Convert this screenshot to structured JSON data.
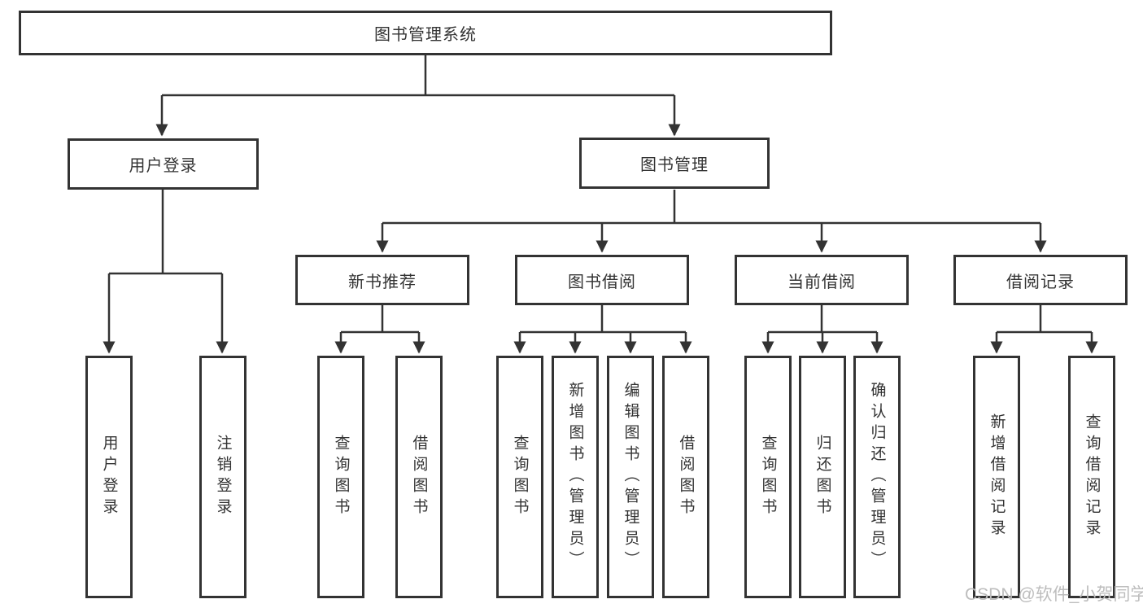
{
  "diagram": {
    "type": "tree",
    "title": "图书管理系统",
    "colors": {
      "line": "#333333",
      "box_border": "#333333",
      "text": "#333333",
      "background": "#ffffff",
      "watermark": "#bdbdbd"
    },
    "nodes": {
      "root": "图书管理系统",
      "user_login": "用户登录",
      "book_mgmt": "图书管理",
      "new_book_rec": "新书推荐",
      "book_borrow": "图书借阅",
      "current_borrow": "当前借阅",
      "borrow_record": "借阅记录",
      "leaves": {
        "user_login_1": "用户登录",
        "user_login_2": "注销登录",
        "newbook_1": "查询图书",
        "newbook_2": "借阅图书",
        "borrow_1": "查询图书",
        "borrow_2": "新增图书（管理员）",
        "borrow_3": "编辑图书（管理员）",
        "borrow_4": "借阅图书",
        "current_1": "查询图书",
        "current_2": "归还图书",
        "current_3": "确认归还（管理员）",
        "record_1": "新增借阅记录",
        "record_2": "查询借阅记录"
      }
    },
    "structure": {
      "图书管理系统": [
        "用户登录",
        "图书管理"
      ],
      "用户登录": [
        "用户登录",
        "注销登录"
      ],
      "图书管理": [
        "新书推荐",
        "图书借阅",
        "当前借阅",
        "借阅记录"
      ],
      "新书推荐": [
        "查询图书",
        "借阅图书"
      ],
      "图书借阅": [
        "查询图书",
        "新增图书（管理员）",
        "编辑图书（管理员）",
        "借阅图书"
      ],
      "当前借阅": [
        "查询图书",
        "归还图书",
        "确认归还（管理员）"
      ],
      "借阅记录": [
        "新增借阅记录",
        "查询借阅记录"
      ]
    },
    "watermark": "CSDN @软件_小贺同学"
  }
}
